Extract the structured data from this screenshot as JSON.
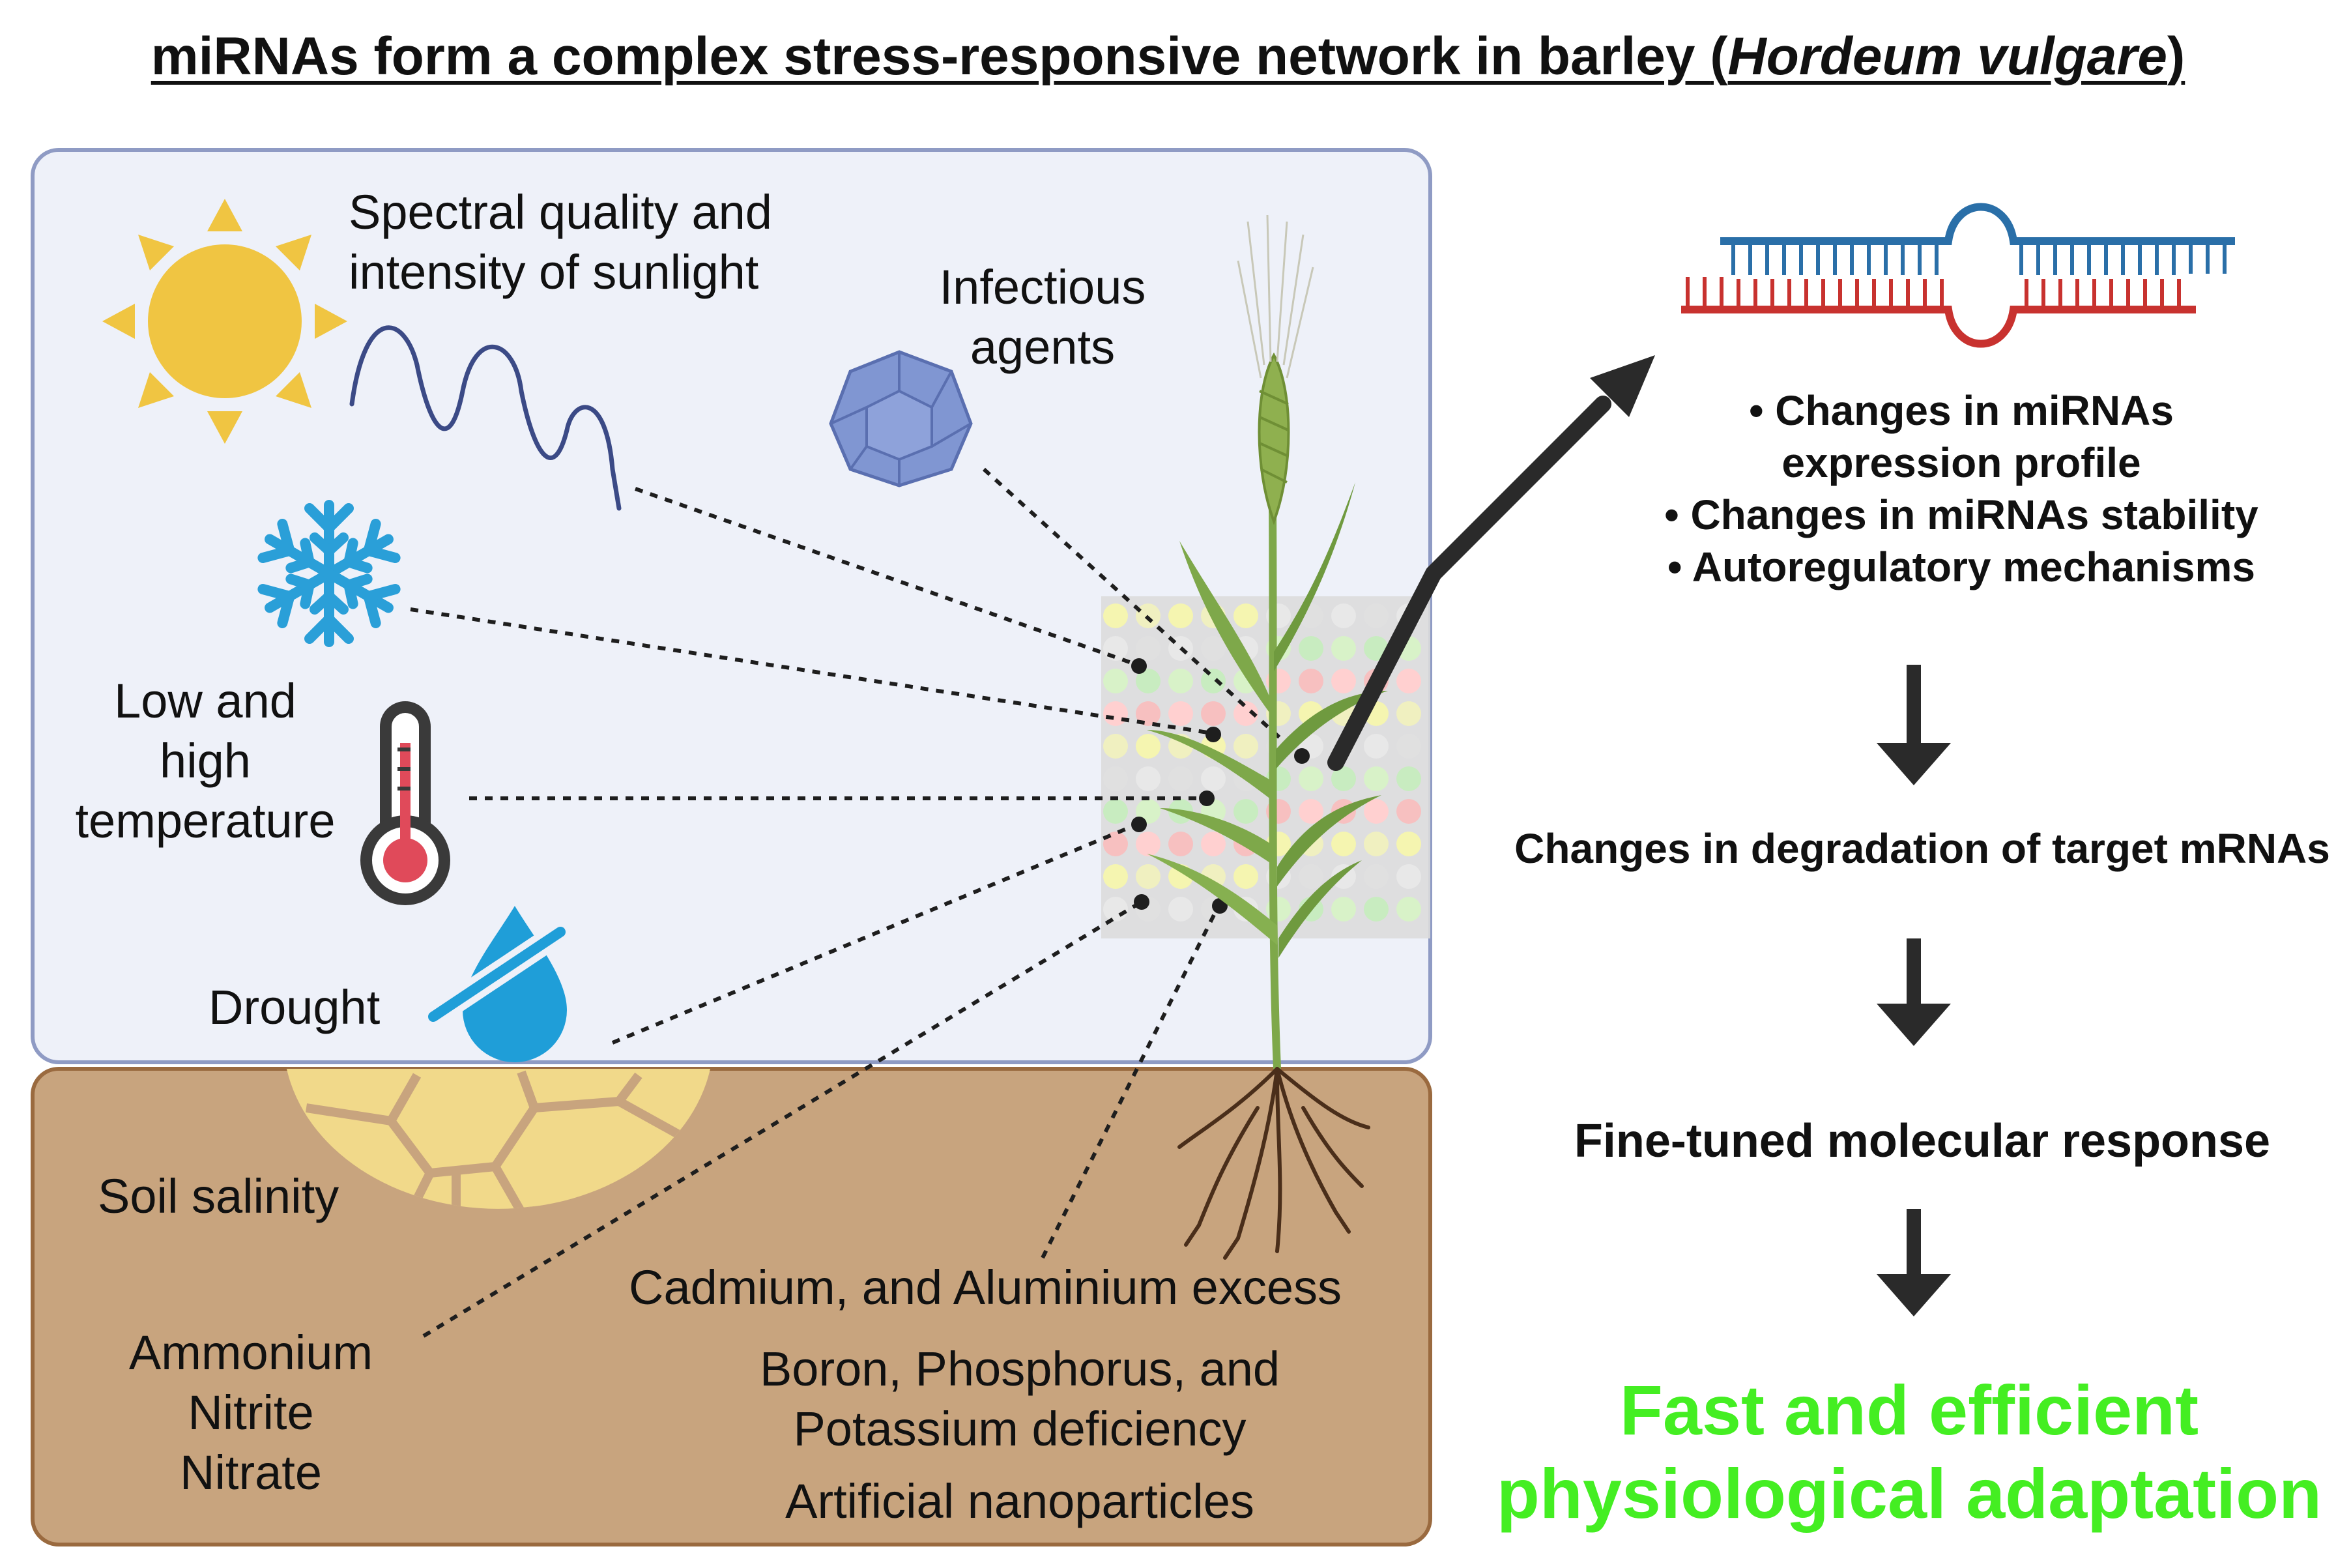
{
  "title": {
    "main": "miRNAs form a complex stress-responsive network in barley ",
    "paren_open": "(",
    "species": "Hordeum vulgare",
    "paren_close": ")"
  },
  "environment": {
    "sunlight": [
      "Spectral quality and",
      "intensity of sunlight"
    ],
    "infectious": [
      "Infectious",
      "agents"
    ],
    "temperature": [
      "Low and",
      "high",
      "temperature"
    ],
    "drought": "Drought",
    "salinity": "Soil salinity",
    "nitrogen": [
      "Ammonium",
      "Nitrite",
      "Nitrate"
    ],
    "metals": "Cadmium, and Aluminium excess",
    "deficiency": [
      "Boron, Phosphorus, and",
      "Potassium deficiency"
    ],
    "nanoparticles": "Artificial nanoparticles"
  },
  "response": {
    "bullets": [
      "• Changes in miRNAs",
      "expression profile",
      "• Changes in miRNAs stability",
      "• Autoregulatory mechanisms"
    ],
    "step1": "Changes in degradation of target mRNAs",
    "step2": "Fine-tuned molecular response",
    "outcome": [
      "Fast and efficient",
      "physiological adaptation"
    ]
  },
  "colors": {
    "sky_panel": "#eef1f9",
    "sky_border": "#8f9bc4",
    "soil_panel": "#c8a47e",
    "soil_border": "#9a6a3f",
    "sun": "#f0c542",
    "snowflake": "#2a9fd8",
    "virus": "#8096d2",
    "drop": "#1f9ed8",
    "rna_blue": "#2a6fa8",
    "rna_red": "#c8322f",
    "outcome_green": "#44ee22",
    "arrow": "#2a2a2a"
  },
  "icons": [
    "sun-icon",
    "light-wave-icon",
    "virus-icon",
    "snowflake-icon",
    "thermometer-icon",
    "no-water-icon",
    "dry-soil-icon",
    "barley-plant-icon",
    "roots-icon",
    "microarray-icon",
    "mirna-duplex-icon"
  ]
}
